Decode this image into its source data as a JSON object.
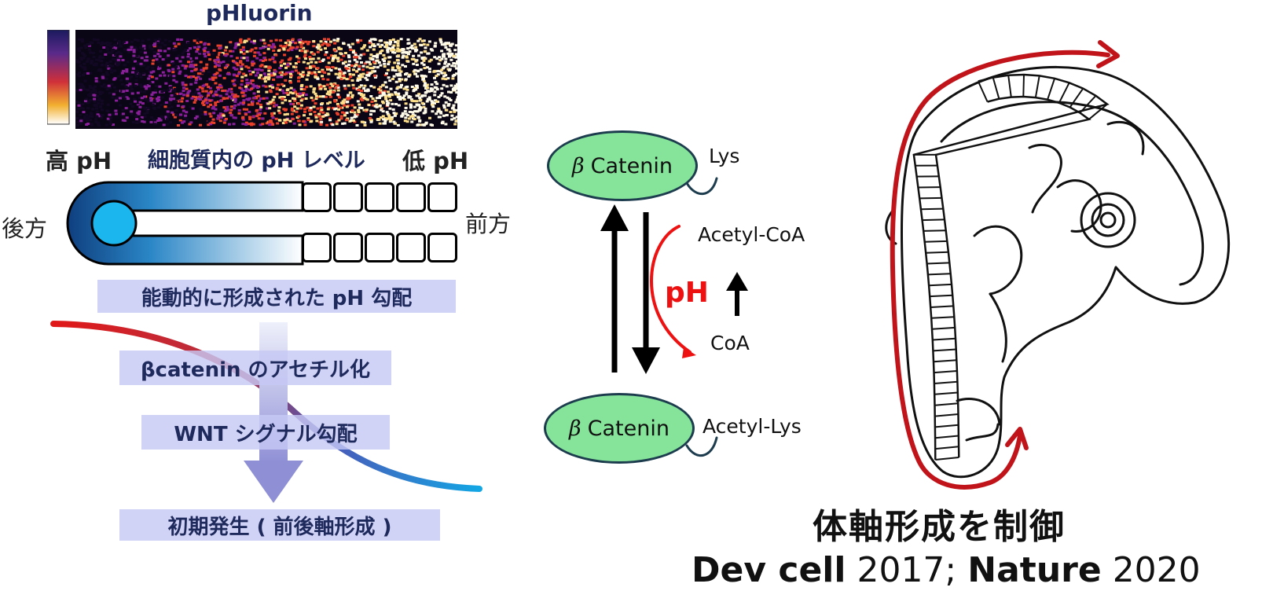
{
  "heatmap": {
    "title": "pHluorin",
    "colors": {
      "low": "#120824",
      "mid": "#8a1f9a",
      "hot": "#e8402a",
      "high": "#ffe08a",
      "max": "#fffbe9"
    }
  },
  "axis": {
    "high_ph": "高 pH",
    "caption": "細胞質内の pH レベル",
    "low_ph": "低 pH",
    "posterior": "後方",
    "anterior": "前方"
  },
  "flow_steps": [
    "能動的に形成された pH 勾配",
    "βcatenin のアセチル化",
    "WNT シグナル勾配",
    "初期発生 ( 前後軸形成 )"
  ],
  "reaction": {
    "top_protein": {
      "symbol": "β",
      "name": "Catenin"
    },
    "bottom_protein": {
      "symbol": "β",
      "name": "Catenin"
    },
    "lys": "Lys",
    "acetyl_lys": "Acetyl-Lys",
    "acetyl_coa": "Acetyl-CoA",
    "coa": "CoA",
    "ph": "pH",
    "colors": {
      "ph": "#ee1111",
      "ellipse": "#86e49a"
    }
  },
  "embryo": {
    "conclusion": "体軸形成を制御",
    "citation_bold_1": "Dev cell",
    "citation_year_1": "2017;",
    "citation_bold_2": "Nature",
    "citation_year_2": "2020",
    "colors": {
      "arrow": "#c0141a"
    }
  }
}
